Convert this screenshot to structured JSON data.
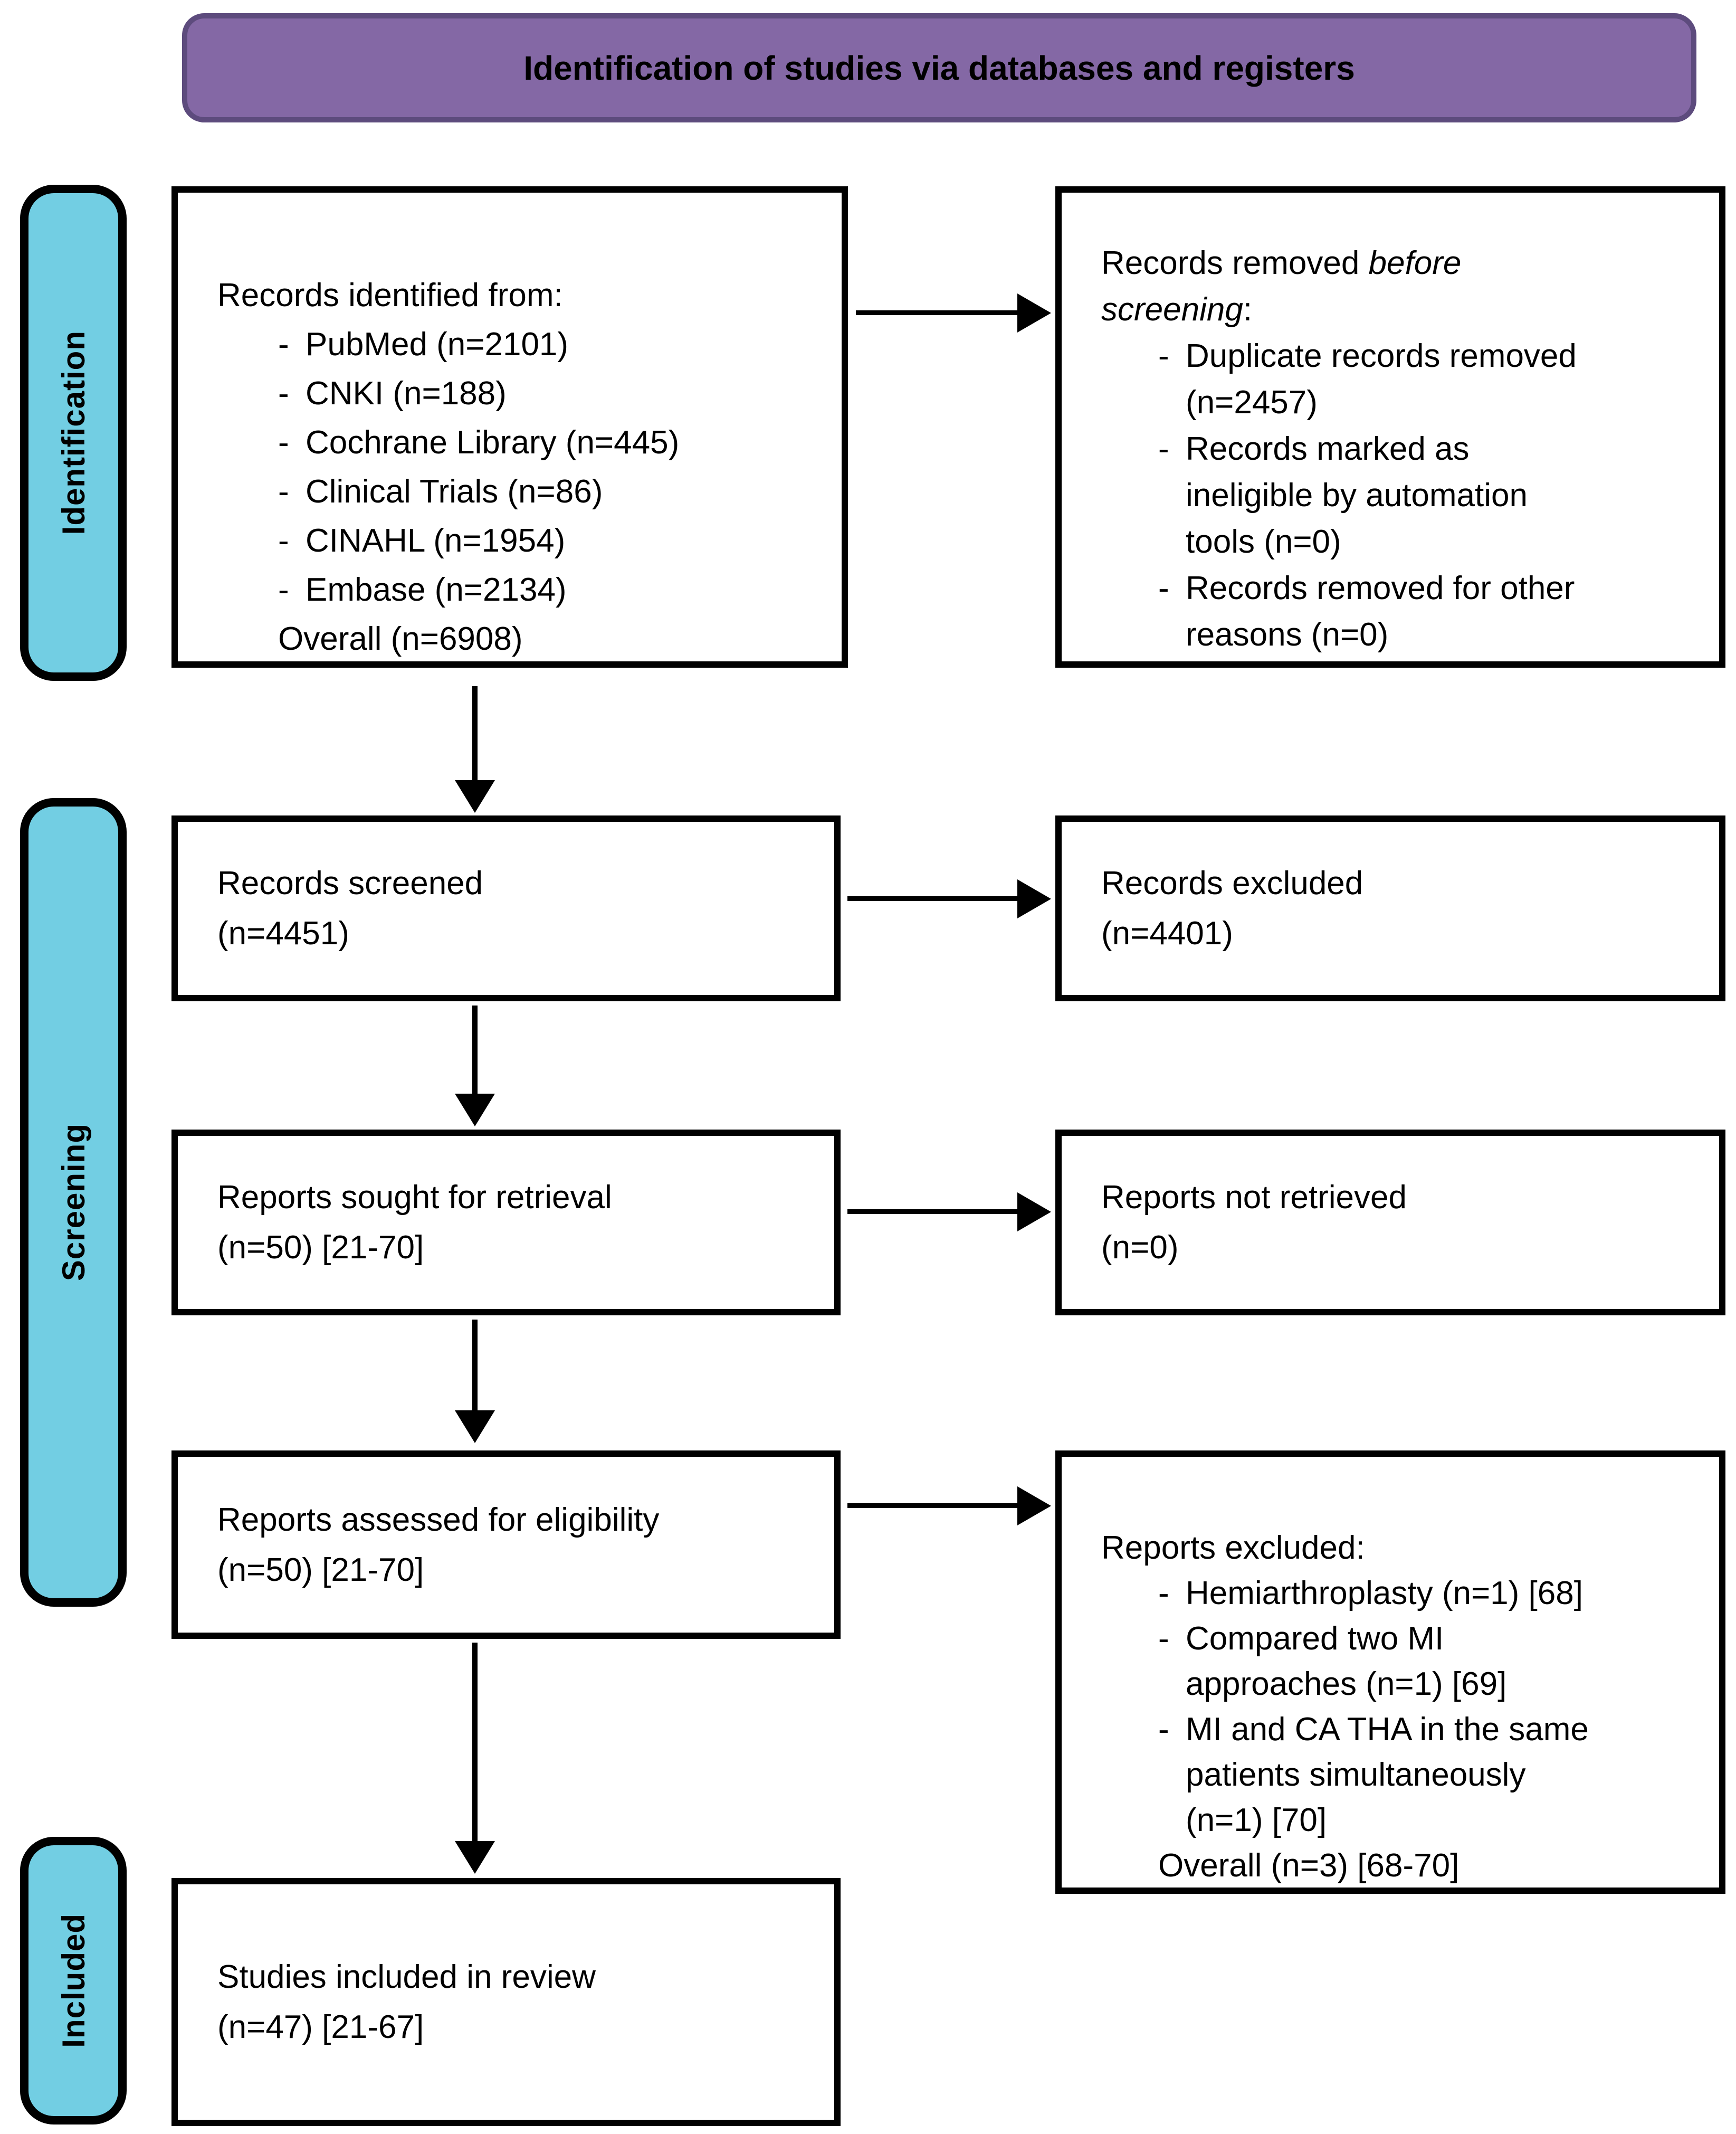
{
  "title": "Identification of studies via databases and registers",
  "colors": {
    "title_fill": "#8468a5",
    "title_border": "#5d4b7d",
    "stage_fill": "#72cee3"
  },
  "sidebar": {
    "identification_label": "Identification",
    "screening_label": "Screening",
    "included_label": "Included"
  },
  "boxes": {
    "identified": {
      "heading": "Records identified from:",
      "bullets": [
        "PubMed (n=2101)",
        "CNKI (n=188)",
        "Cochrane Library (n=445)",
        "Clinical Trials (n=86)",
        "CINAHL (n=1954)",
        "Embase (n=2134)"
      ],
      "overall": "Overall (n=6908)"
    },
    "removed_before_screening": {
      "heading_pre": "Records removed ",
      "heading_italic": "before\nscreening",
      "heading_post": ":",
      "bullets": [
        "Duplicate records removed\n(n=2457)",
        "Records marked as\nineligible by automation\ntools (n=0)",
        "Records removed for other\nreasons (n=0)"
      ]
    },
    "screened": {
      "line1": "Records screened",
      "line2": "(n=4451)"
    },
    "records_excluded": {
      "line1": "Records excluded",
      "line2": "(n=4401)"
    },
    "sought": {
      "line1": "Reports sought for retrieval",
      "line2": "(n=50) [21-70]"
    },
    "not_retrieved": {
      "line1": "Reports not retrieved",
      "line2": "(n=0)"
    },
    "assessed": {
      "line1": "Reports assessed for eligibility",
      "line2": "(n=50) [21-70]"
    },
    "reports_excluded": {
      "heading": "Reports excluded:",
      "bullets": [
        "Hemiarthroplasty (n=1) [68]",
        "Compared two MI\napproaches (n=1) [69]",
        "MI and CA THA in the same\npatients simultaneously\n(n=1) [70]"
      ],
      "overall": "Overall (n=3) [68-70]"
    },
    "included": {
      "line1": "Studies included in review",
      "line2": "(n=47) [21-67]"
    }
  }
}
